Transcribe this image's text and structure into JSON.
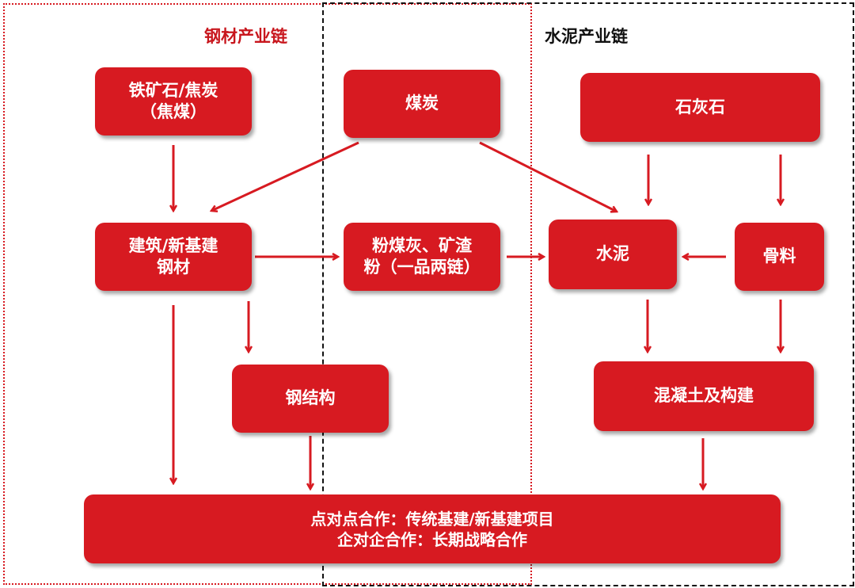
{
  "regions": {
    "steel_title": "钢材产业链",
    "cement_title": "水泥产业链"
  },
  "nodes": {
    "iron": "铁矿石/焦炭\n（焦煤）",
    "coal": "煤炭",
    "limestone": "石灰石",
    "steel": "建筑/新基建\n钢材",
    "flyash": "粉煤灰、矿渣\n粉（一品两链）",
    "cement": "水泥",
    "aggregate": "骨料",
    "structure": "钢结构",
    "concrete": "混凝土及构建",
    "coop": "点对点合作：传统基建/新基建项目\n企对企合作：长期战略合作"
  },
  "colors": {
    "node_fill": "#d71a21",
    "arrow": "#d71a21",
    "steel_region_border": "#d71a21",
    "cement_region_border": "#111111"
  }
}
